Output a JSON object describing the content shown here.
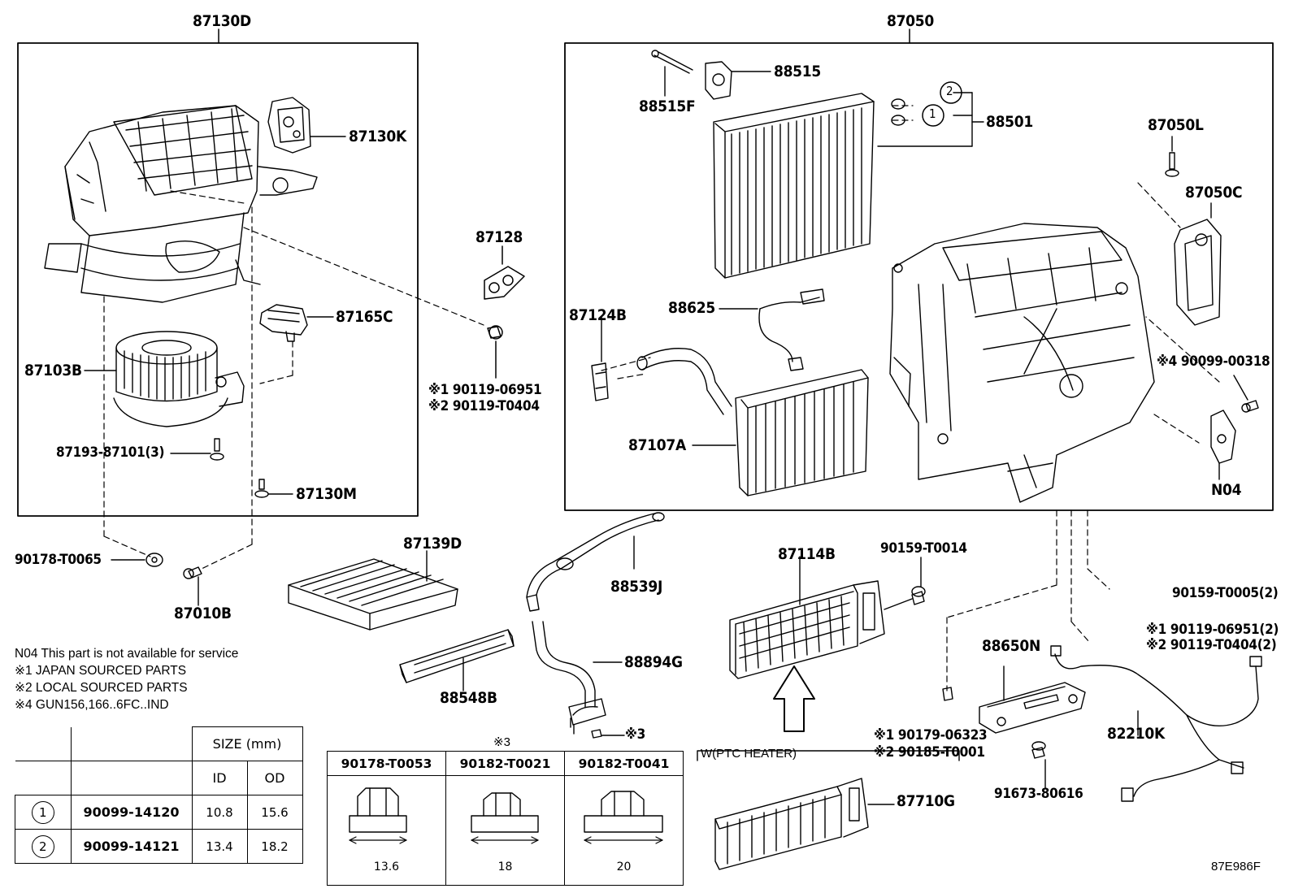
{
  "groups": {
    "blower": "87130D",
    "unit": "87050"
  },
  "labels": {
    "p87130K": "87130K",
    "p87165C": "87165C",
    "p87103B": "87103B",
    "p87193": "87193-87101(3)",
    "p87130M": "87130M",
    "p90178T0065": "90178-T0065",
    "p87010B": "87010B",
    "p87128": "87128",
    "p90119a": "※1 90119-06951",
    "p90119b": "※2 90119-T0404",
    "p88515": "88515",
    "p88515F": "88515F",
    "p88501": "88501",
    "p87050L": "87050L",
    "p87050C": "87050C",
    "p88625": "88625",
    "p87124B": "87124B",
    "p87107A": "87107A",
    "p90099": "※4 90099-00318",
    "pN04": "N04",
    "p87139D": "87139D",
    "p88548B": "88548B",
    "p88539J": "88539J",
    "p88894G": "88894G",
    "pK3": "※3",
    "p87114B": "87114B",
    "p90159T0014": "90159-T0014",
    "p90159T0005": "90159-T0005(2)",
    "p90119c": "※1 90119-06951(2)",
    "p90119d": "※2 90119-T0404(2)",
    "p88650N": "88650N",
    "p82210K": "82210K",
    "p90179": "※1 90179-06323",
    "p90185": "※2 90185-T0001",
    "p91673": "91673-80616",
    "p87710G": "87710G",
    "ptc": "W(PTC HEATER)",
    "circle1": "1",
    "circle2": "2",
    "code": "87E986F"
  },
  "notes": [
    "N04  This part is not available for service",
    "※1 JAPAN SOURCED PARTS",
    "※2 LOCAL SOURCED PARTS",
    "※4 GUN156,166..6FC..IND"
  ],
  "size_table": {
    "header": "SIZE (mm)",
    "col_id": "ID",
    "col_od": "OD",
    "rows": [
      {
        "mark": "1",
        "part": "90099-14120",
        "id": "10.8",
        "od": "15.6"
      },
      {
        "mark": "2",
        "part": "90099-14121",
        "id": "13.4",
        "od": "18.2"
      }
    ]
  },
  "nut_table": {
    "title": "※3",
    "cols": [
      {
        "part": "90178-T0053",
        "size": "13.6"
      },
      {
        "part": "90182-T0021",
        "size": "18"
      },
      {
        "part": "90182-T0041",
        "size": "20"
      }
    ]
  }
}
